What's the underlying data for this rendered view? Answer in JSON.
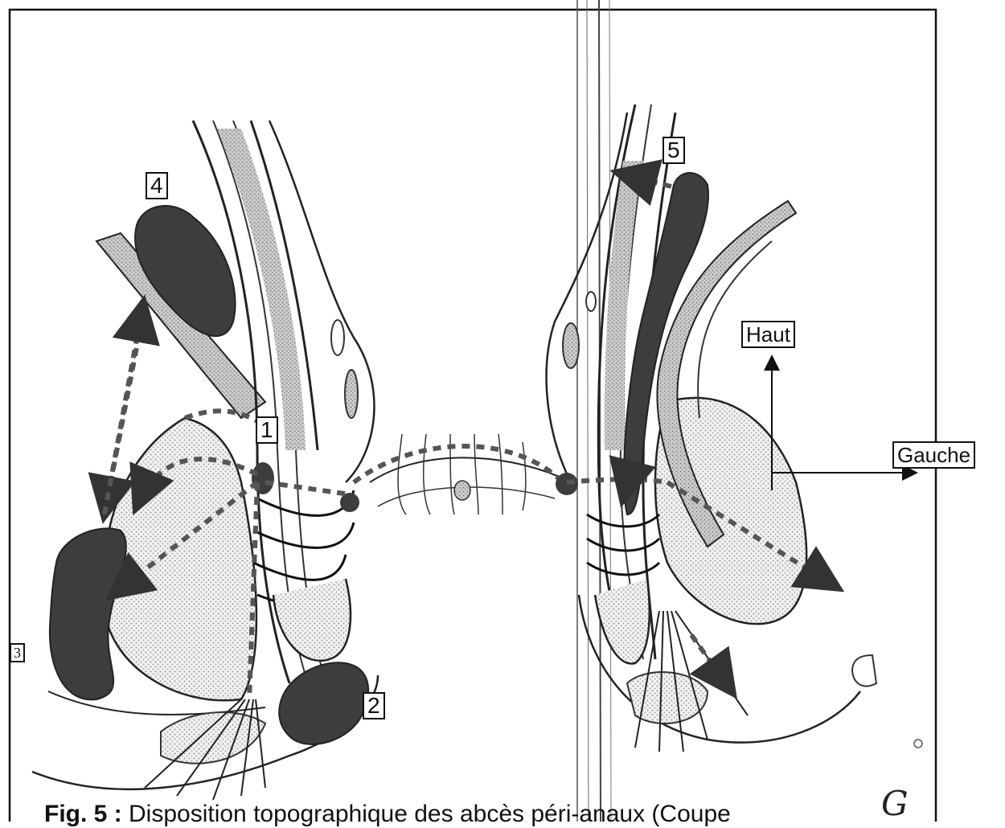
{
  "labels": {
    "n1": "1",
    "n2": "2",
    "n3": "3",
    "n4": "4",
    "n5": "5",
    "haut": "Haut",
    "gauche": "Gauche"
  },
  "caption": {
    "prefix": "Fig. 5 :",
    "text": " Disposition topographique des abcès péri-anaux (Coupe"
  },
  "page_mark": "G",
  "colors": {
    "abscess": "#3a3a3a",
    "stipple": "#9a9a9a",
    "line": "#222222",
    "muscle_light": "#d6d6d6",
    "muscle_mid": "#b5b5b5"
  }
}
